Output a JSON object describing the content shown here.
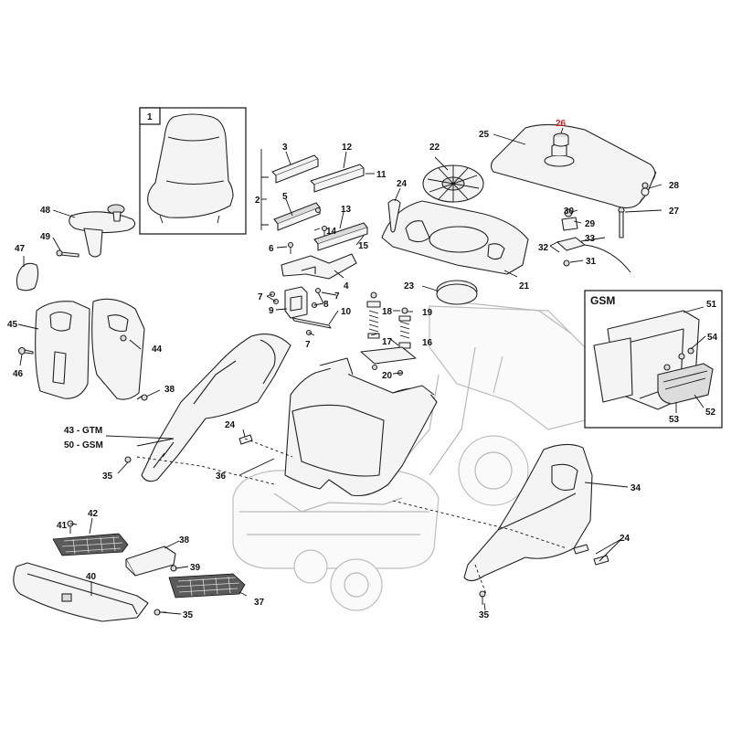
{
  "box_labels": {
    "seat_group": "1",
    "gsm_title": "GSM"
  },
  "callouts": {
    "c2": "2",
    "c3": "3",
    "c4": "4",
    "c5": "5",
    "c6": "6",
    "c7a": "7",
    "c7b": "7",
    "c7c": "7",
    "c8": "8",
    "c9": "9",
    "c10": "10",
    "c11": "11",
    "c12": "12",
    "c13": "13",
    "c14": "14",
    "c15": "15",
    "c16": "16",
    "c17": "17",
    "c18": "18",
    "c19": "19",
    "c20": "20",
    "c21": "21",
    "c22": "22",
    "c23": "23",
    "c24a": "24",
    "c24b": "24",
    "c24c": "24",
    "c25": "25",
    "c26": "26",
    "c27": "27",
    "c28": "28",
    "c29": "29",
    "c30": "30",
    "c31": "31",
    "c32": "32",
    "c33": "33",
    "c34": "34",
    "c35a": "35",
    "c35b": "35",
    "c35c": "35",
    "c36": "36",
    "c37": "37",
    "c38a": "38",
    "c38b": "38",
    "c39": "39",
    "c40": "40",
    "c41": "41",
    "c42": "42",
    "c43": "43 - GTM",
    "c44": "44",
    "c45": "45",
    "c46": "46",
    "c47": "47",
    "c48": "48",
    "c49": "49",
    "c50": "50 - GSM",
    "c51": "51",
    "c52": "52",
    "c53": "53",
    "c54": "54"
  },
  "highlight_color": "#d8262b"
}
